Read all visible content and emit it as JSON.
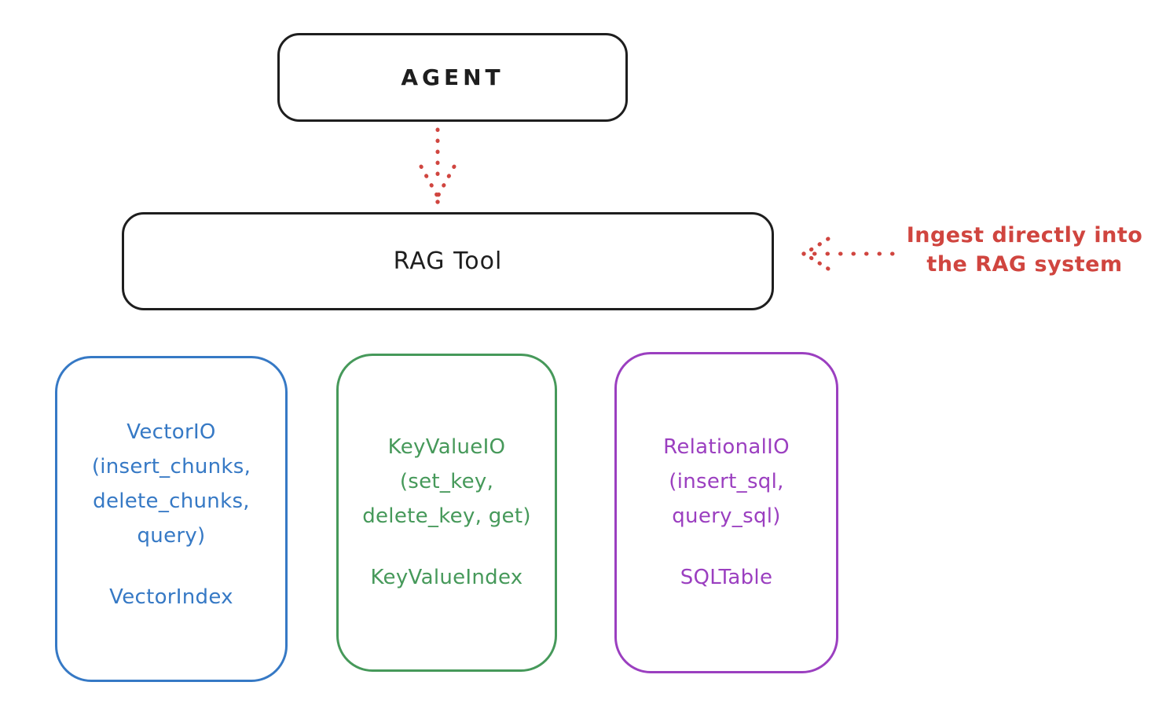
{
  "diagram": {
    "agent_box": {
      "label": "AGENT"
    },
    "rag_tool_box": {
      "label": "RAG Tool"
    },
    "annotation": {
      "text": "Ingest directly into\nthe RAG system"
    },
    "connectors": [
      {
        "name": "agent-to-rag-tool",
        "style": "dotted-arrow-down"
      },
      {
        "name": "annotation-to-rag-tool",
        "style": "dotted-arrow-left"
      }
    ],
    "io_boxes": [
      {
        "name": "VectorIO",
        "signature": "VectorIO\n(insert_chunks,\ndelete_chunks,\nquery)",
        "index_label": "VectorIndex",
        "color": "#3679c5"
      },
      {
        "name": "KeyValueIO",
        "signature": "KeyValueIO\n(set_key,\ndelete_key, get)",
        "index_label": "KeyValueIndex",
        "color": "#46995a"
      },
      {
        "name": "RelationalIO",
        "signature": "RelationalIO\n(insert_sql,\nquery_sql)",
        "index_label": "SQLTable",
        "color": "#9b3fc0"
      }
    ]
  },
  "colors": {
    "ink": "#1e1e1e",
    "annotation_red": "#d0453f",
    "vector_blue": "#3679c5",
    "keyvalue_green": "#46995a",
    "relational_purple": "#9b3fc0",
    "background": "#ffffff"
  }
}
